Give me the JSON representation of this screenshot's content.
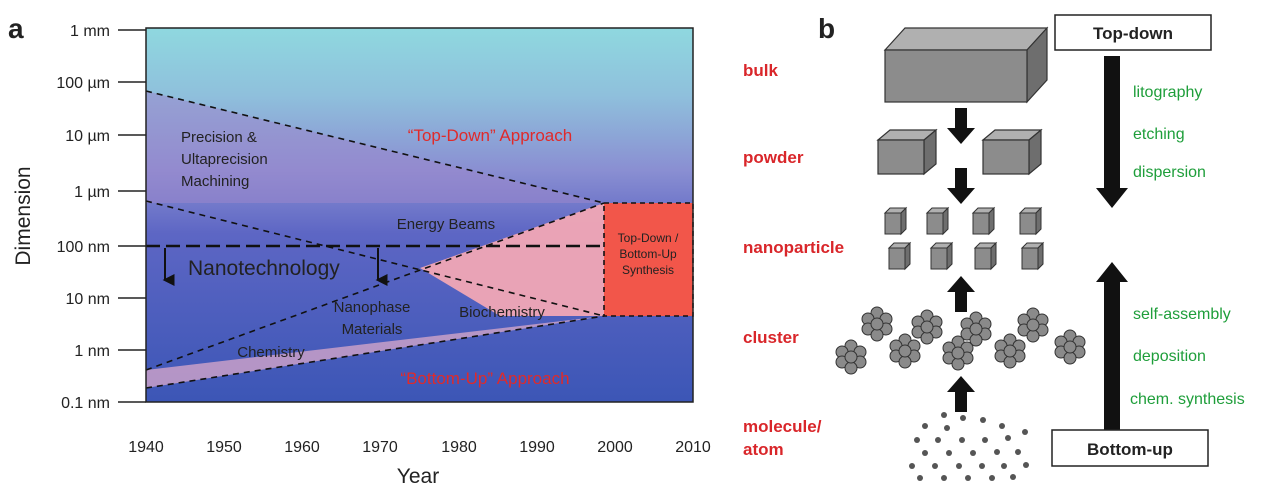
{
  "panel_a": {
    "letter": "a",
    "y_axis_label": "Dimension",
    "x_axis_label": "Year",
    "y_ticks": [
      "1 mm",
      "100 µm",
      "10 µm",
      "1 µm",
      "100 nm",
      "10 nm",
      "1 nm",
      "0.1 nm"
    ],
    "x_ticks": [
      "1940",
      "1950",
      "1960",
      "1970",
      "1980",
      "1990",
      "2000",
      "2010"
    ],
    "regions": {
      "top_down": "“Top-Down” Approach",
      "bottom_up": "“Bottom-Up” Approach",
      "machining_1": "Precision &",
      "machining_2": "Ultaprecision",
      "machining_3": "Machining",
      "energy_beams": "Energy Beams",
      "nanotechnology": "Nanotechnology",
      "nanophase_1": "Nanophase",
      "nanophase_2": "Materials",
      "biochemistry": "Biochemistry",
      "chemistry": "Chemistry",
      "synthesis_1": "Top-Down /",
      "synthesis_2": "Bottom-Up",
      "synthesis_3": "Synthesis"
    }
  },
  "panel_b": {
    "letter": "b",
    "levels": [
      "bulk",
      "powder",
      "nanoparticle",
      "cluster",
      "molecule/",
      "atom"
    ],
    "top_box": "Top-down",
    "bottom_box": "Bottom-up",
    "top_down_methods": [
      "litography",
      "etching",
      "dispersion"
    ],
    "bottom_up_methods": [
      "self-assembly",
      "deposition",
      "chem. synthesis"
    ]
  },
  "colors": {
    "level_red": "#d9262a",
    "method_green": "#1e9e3a",
    "synthesis_box": "#f2564a",
    "overlap_pink": "#f1a6b5",
    "cube_gray": "#8c8c8c"
  }
}
